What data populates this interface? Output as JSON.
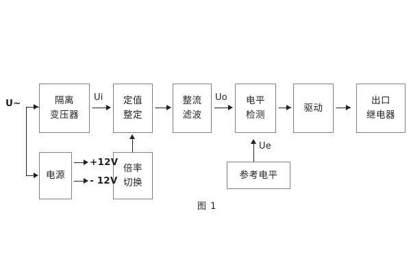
{
  "figure": {
    "caption": "图 1",
    "border_color": "#808080",
    "line_color": "#231f20",
    "background": "#ffffff"
  },
  "blocks": [
    {
      "id": "isolation-transformer",
      "lines": [
        "隔离",
        "变压器"
      ]
    },
    {
      "id": "value-setting",
      "lines": [
        "定值",
        "整定"
      ]
    },
    {
      "id": "rectify-filter",
      "lines": [
        "整流",
        "滤波"
      ]
    },
    {
      "id": "level-detection",
      "lines": [
        "电平",
        "检测"
      ]
    },
    {
      "id": "driver",
      "lines": [
        "驱动"
      ]
    },
    {
      "id": "output-relay",
      "lines": [
        "出口",
        "继电器"
      ]
    },
    {
      "id": "power-supply",
      "lines": [
        "电源"
      ]
    },
    {
      "id": "multiplier-switch",
      "lines": [
        "倍率",
        "切换"
      ]
    },
    {
      "id": "reference-level",
      "lines": [
        "参考电平"
      ]
    }
  ],
  "signals": {
    "input": "U~",
    "ui": "Ui",
    "uo": "Uo",
    "ue": "Ue",
    "rail_positive": "+12V",
    "rail_negative": "- 12V"
  }
}
